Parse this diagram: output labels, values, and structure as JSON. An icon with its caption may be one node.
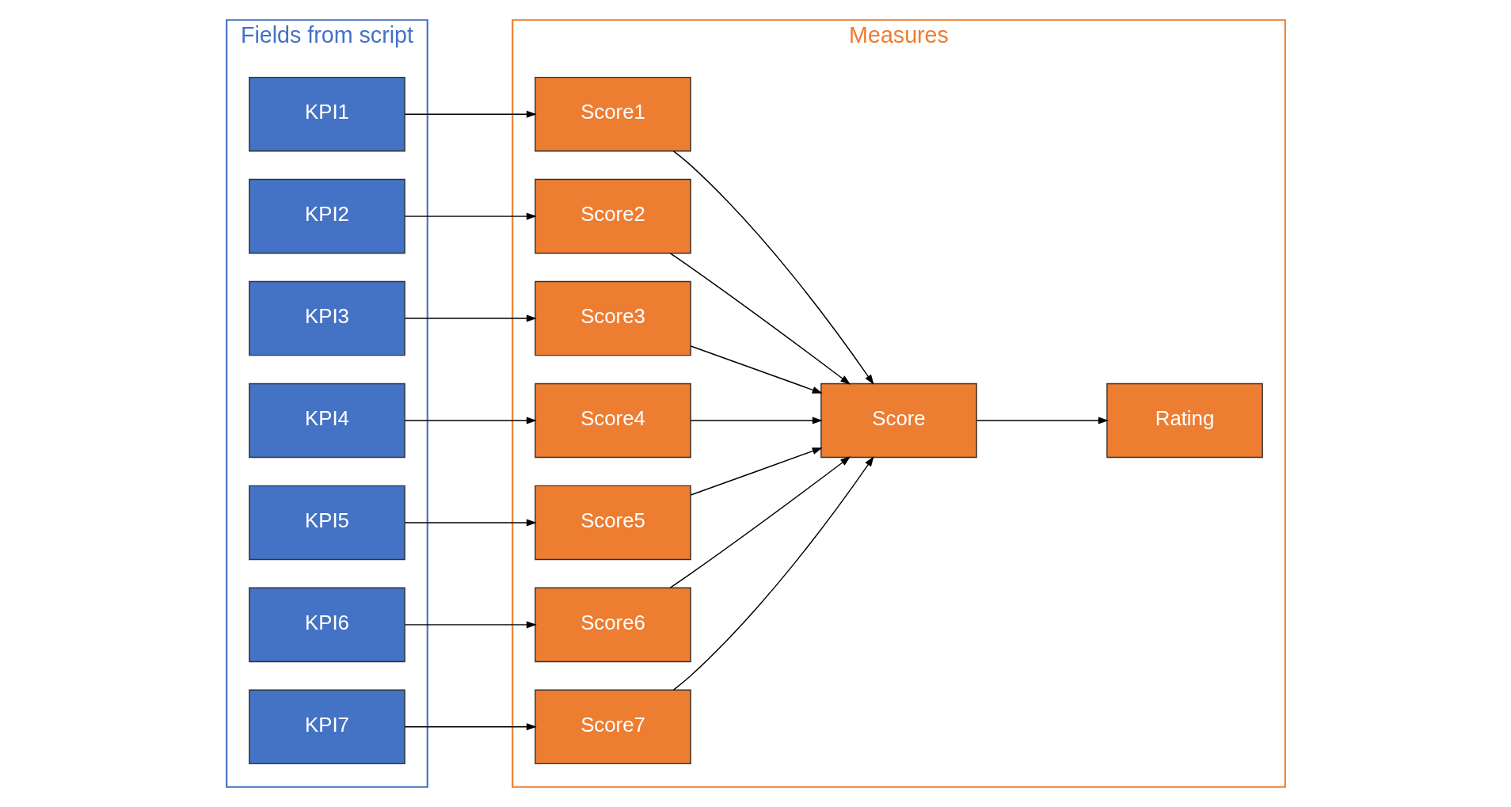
{
  "diagram": {
    "nodes": [
      {
        "text": [
          "Fields from script"
        ]
      },
      {
        "text": [
          "KPI1"
        ],
        "in": 0
      },
      {
        "text": [
          "KPI2"
        ],
        "in": 0
      },
      {
        "text": [
          "KPI3"
        ],
        "in": 0
      },
      {
        "text": [
          "KPI4"
        ],
        "in": 0
      },
      {
        "text": [
          "KPI5"
        ],
        "in": 0
      },
      {
        "text": [
          "KPI6"
        ],
        "in": 0
      },
      {
        "text": [
          "KPI7"
        ],
        "in": 0
      },
      {
        "text": [
          "Measures"
        ]
      },
      {
        "text": [
          "Score1"
        ],
        "in": 8
      },
      {
        "text": [
          "Score2"
        ],
        "in": 8
      },
      {
        "text": [
          "Score3"
        ],
        "in": 8
      },
      {
        "text": [
          "Score4"
        ],
        "in": 8
      },
      {
        "text": [
          "Score5"
        ],
        "in": 8
      },
      {
        "text": [
          "Score6"
        ],
        "in": 8
      },
      {
        "text": [
          "Score7"
        ],
        "in": 8
      },
      {
        "text": [
          "Score"
        ],
        "in": 8
      },
      {
        "text": [
          "Rating"
        ],
        "in": 8
      }
    ],
    "edges": [
      {
        "from": 1,
        "to": 9,
        "arrow": "to"
      },
      {
        "from": 2,
        "to": 10,
        "arrow": "to"
      },
      {
        "from": 3,
        "to": 11,
        "arrow": "to"
      },
      {
        "from": 4,
        "to": 12,
        "arrow": "to"
      },
      {
        "from": 5,
        "to": 13,
        "arrow": "to"
      },
      {
        "from": 6,
        "to": 14,
        "arrow": "to"
      },
      {
        "from": 7,
        "to": 15,
        "arrow": "to"
      },
      {
        "from": 9,
        "to": 16,
        "arrow": "to"
      },
      {
        "from": 10,
        "to": 16,
        "arrow": "to"
      },
      {
        "from": 11,
        "to": 16,
        "arrow": "to"
      },
      {
        "from": 12,
        "to": 16,
        "arrow": "to"
      },
      {
        "from": 13,
        "to": 16,
        "arrow": "to"
      },
      {
        "from": 14,
        "to": 16,
        "arrow": "to"
      },
      {
        "from": 15,
        "to": 16,
        "arrow": "to"
      },
      {
        "from": 16,
        "to": 17,
        "arrow": "to"
      }
    ]
  }
}
